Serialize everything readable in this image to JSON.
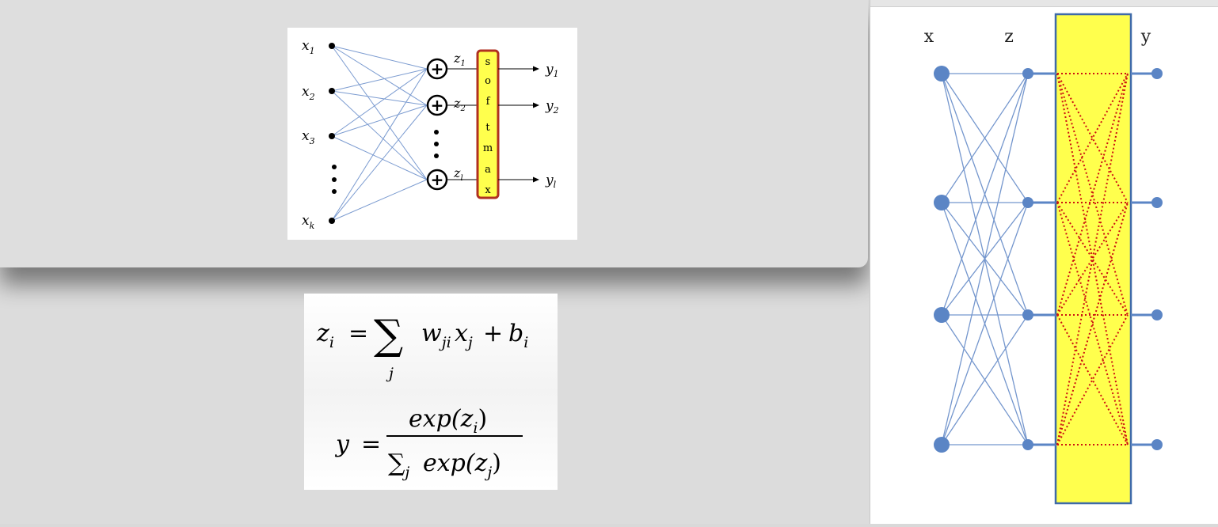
{
  "network_diagram": {
    "inputs": [
      {
        "base": "x",
        "sub": "1"
      },
      {
        "base": "x",
        "sub": "2"
      },
      {
        "base": "x",
        "sub": "3"
      },
      {
        "base": "x",
        "sub": "k"
      }
    ],
    "sums": [
      {
        "base": "z",
        "sub": "1"
      },
      {
        "base": "z",
        "sub": "2"
      },
      {
        "base": "z",
        "sub": "l"
      }
    ],
    "outputs": [
      {
        "base": "y",
        "sub": "1"
      },
      {
        "base": "y",
        "sub": "2"
      },
      {
        "base": "y",
        "sub": "l"
      }
    ],
    "softmax_letters": [
      "s",
      "o",
      "f",
      "t",
      "m",
      "a",
      "x"
    ],
    "plus_symbol": "+"
  },
  "formulas": {
    "z_lhs_base": "z",
    "z_lhs_sub": "i",
    "equals": "=",
    "sum_symbol": "∑",
    "sum_index": "j",
    "w_base": "w",
    "w_sub": "ji",
    "x_base": "x",
    "x_sub": "j",
    "plus": "+",
    "b_base": "b",
    "b_sub": "i",
    "y_lhs": "y",
    "numerator_func": "exp(z",
    "numerator_sub": "i",
    "numerator_close": ")",
    "den_sum": "∑",
    "den_sub": "j",
    "den_func": "exp(z",
    "den_inner_sub": "j",
    "den_close": ")"
  },
  "layer_diagram": {
    "labels": [
      "x",
      "z",
      "y"
    ],
    "colors": {
      "node": "#5b85c5",
      "edge": "#6c8fc9",
      "softmax_fill": "#ffff4d",
      "softmax_border": "#3f6aa8",
      "dotted": "#cc0000"
    }
  }
}
